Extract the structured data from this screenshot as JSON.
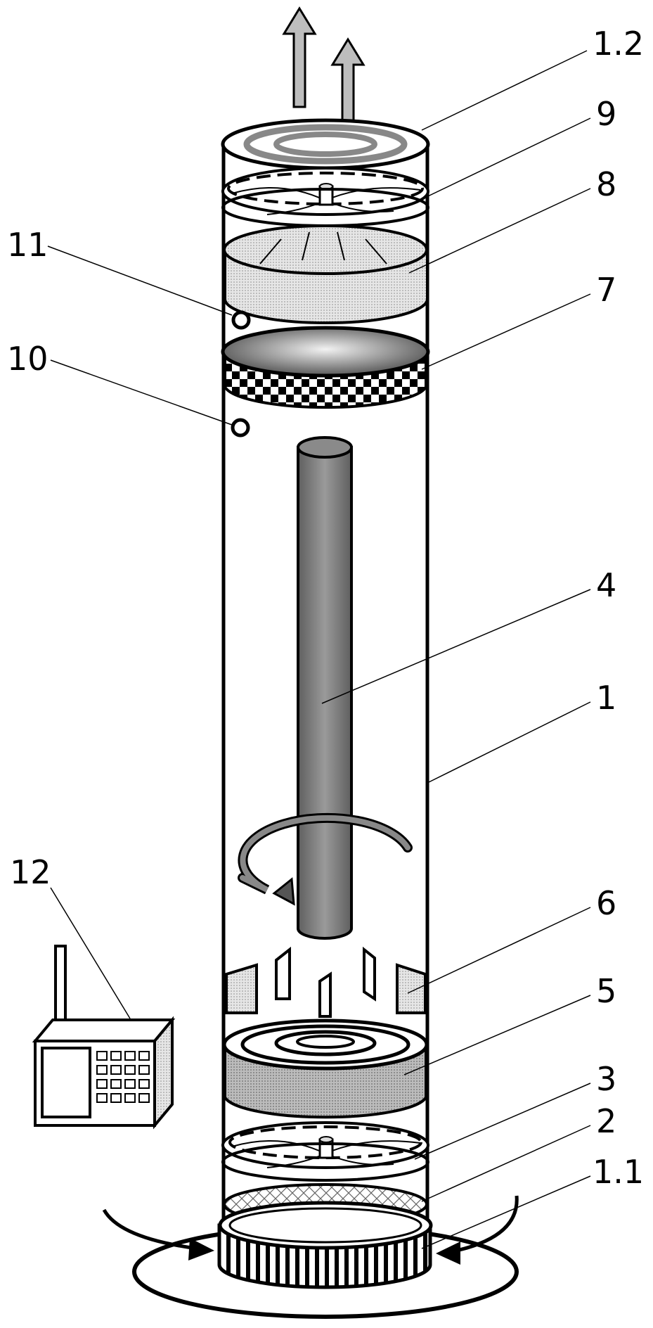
{
  "labels": {
    "l1_2": "1.2",
    "l9": "9",
    "l8": "8",
    "l11": "11",
    "l7": "7",
    "l10": "10",
    "l4": "4",
    "l1": "1",
    "l12": "12",
    "l6": "6",
    "l5": "5",
    "l3": "3",
    "l2": "2",
    "l1_1": "1.1"
  },
  "colors": {
    "outline": "#000000",
    "arrow_fill": "#bdbdbd",
    "rod": "#7d7d7d",
    "filter_light": "#e2e2e2",
    "filter_mid": "#b8b8b8",
    "disc_dark": "#5a5a5a"
  }
}
